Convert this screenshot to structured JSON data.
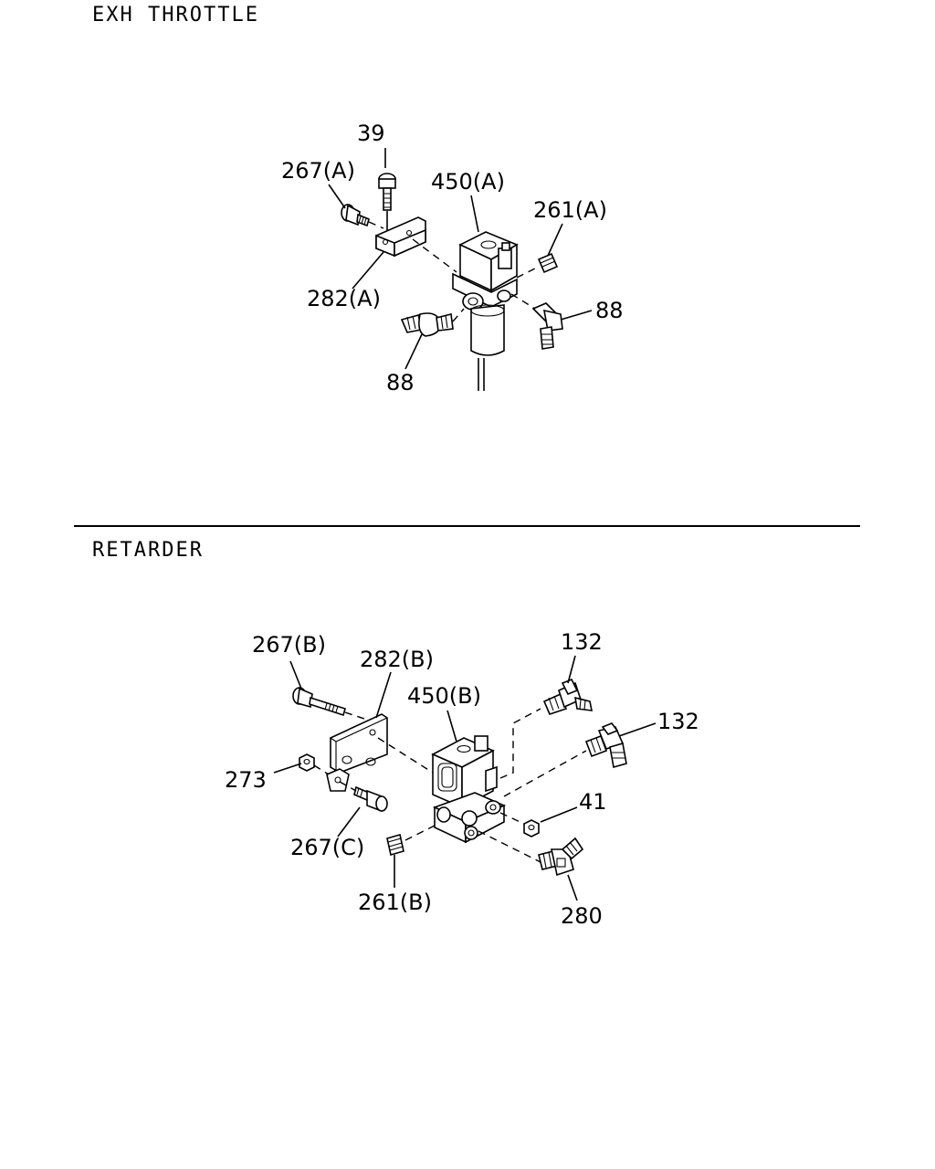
{
  "sections": {
    "top": {
      "title": "EXH THROTTLE"
    },
    "bottom": {
      "title": "RETARDER"
    }
  },
  "callouts": {
    "top": {
      "c39": "39",
      "c267a": "267(A)",
      "c450a": "450(A)",
      "c261a": "261(A)",
      "c282a": "282(A)",
      "c88r": "88",
      "c88b": "88"
    },
    "bottom": {
      "c267b": "267(B)",
      "c282b": "282(B)",
      "c450b": "450(B)",
      "c132a": "132",
      "c132b": "132",
      "c273": "273",
      "c41": "41",
      "c267c": "267(C)",
      "c261b": "261(B)",
      "c280": "280"
    }
  }
}
